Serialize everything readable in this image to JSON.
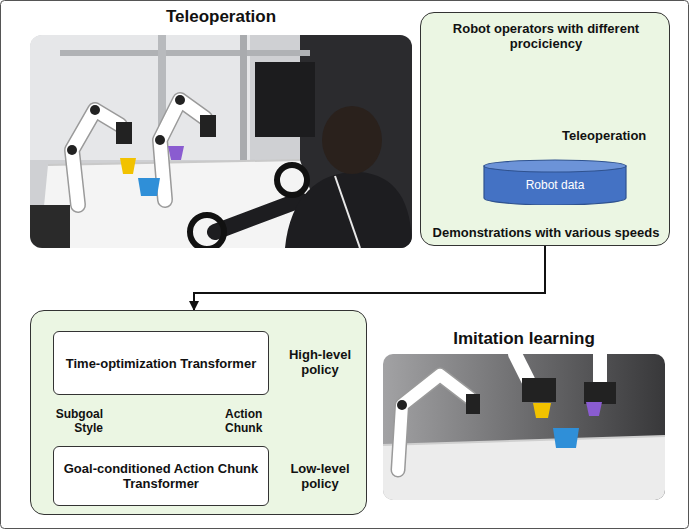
{
  "diagram": {
    "nodes": [
      {
        "text": [
          "Teleoperation"
        ]
      },
      {
        "text": [
          "Robot operators with different prociciency",
          "Demonstrations with various speeds"
        ]
      },
      {
        "text": [
          "Robot data"
        ],
        "in": 1
      },
      {
        "text": [
          "High-level policy",
          "Low-level policy"
        ]
      },
      {
        "text": [
          "Time-optimization Transformer"
        ],
        "in": 3
      },
      {
        "text": [
          "Goal-conditioned Action Chunk Transformer"
        ],
        "in": 3
      },
      {
        "text": [
          "Imitation learning"
        ]
      }
    ],
    "edges": [
      {
        "from": 1,
        "to": 3,
        "arrow": "to"
      },
      {
        "from": 4,
        "to": 5,
        "label": "Subgoal Style",
        "arrow": "to"
      },
      {
        "from": 5,
        "to": 4,
        "label": "Action Chunk",
        "arrow": "to"
      }
    ],
    "labels": [
      "Teleoperation"
    ]
  }
}
